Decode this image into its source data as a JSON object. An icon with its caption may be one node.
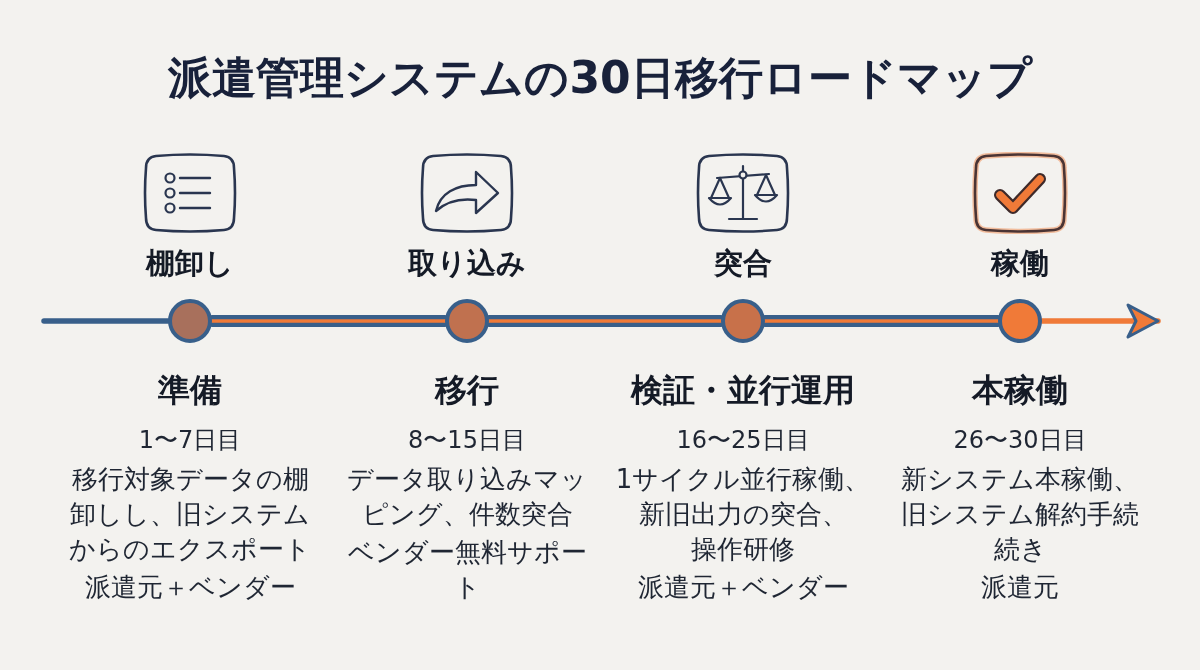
{
  "diagram": {
    "title": "派遣管理システムの30日移行ロードマップ",
    "nodes": [
      {
        "text": [
          "棚卸し"
        ]
      },
      {
        "text": [
          "取り込み"
        ]
      },
      {
        "text": [
          "突合"
        ]
      },
      {
        "text": [
          "稼働"
        ]
      },
      {
        "text": [],
        "shape": "circle",
        "beside": [
          "準備",
          "1〜7日目",
          "移行対象データの棚卸しし、旧システムからのエクスポート",
          "派遣元＋ベンダー"
        ]
      },
      {
        "text": [],
        "shape": "circle",
        "beside": [
          "移行",
          "8〜15日目",
          "データ取り込みマッピング、件数突合",
          "ベンダー無料サポート"
        ]
      },
      {
        "text": [],
        "shape": "circle",
        "beside": [
          "検証・並行運用",
          "16〜25日目",
          "1サイクル並行稼働、新旧出力の突合、操作研修",
          "派遣元＋ベンダー"
        ]
      },
      {
        "text": [],
        "shape": "circle",
        "beside": [
          "本稼働",
          "26〜30日目",
          "新システム本稼働、旧システム解約手続続き",
          "派遣元"
        ]
      }
    ],
    "edges": [
      {
        "from": null,
        "to": 4,
        "arrow": "none"
      },
      {
        "from": 4,
        "to": 5,
        "arrow": "none",
        "style": "thick"
      },
      {
        "from": 5,
        "to": 6,
        "arrow": "none",
        "style": "thick"
      },
      {
        "from": 6,
        "to": 7,
        "arrow": "none",
        "style": "thick"
      },
      {
        "from": 7,
        "to": null,
        "arrow": "to",
        "color": "#f07a38"
      }
    ]
  }
}
